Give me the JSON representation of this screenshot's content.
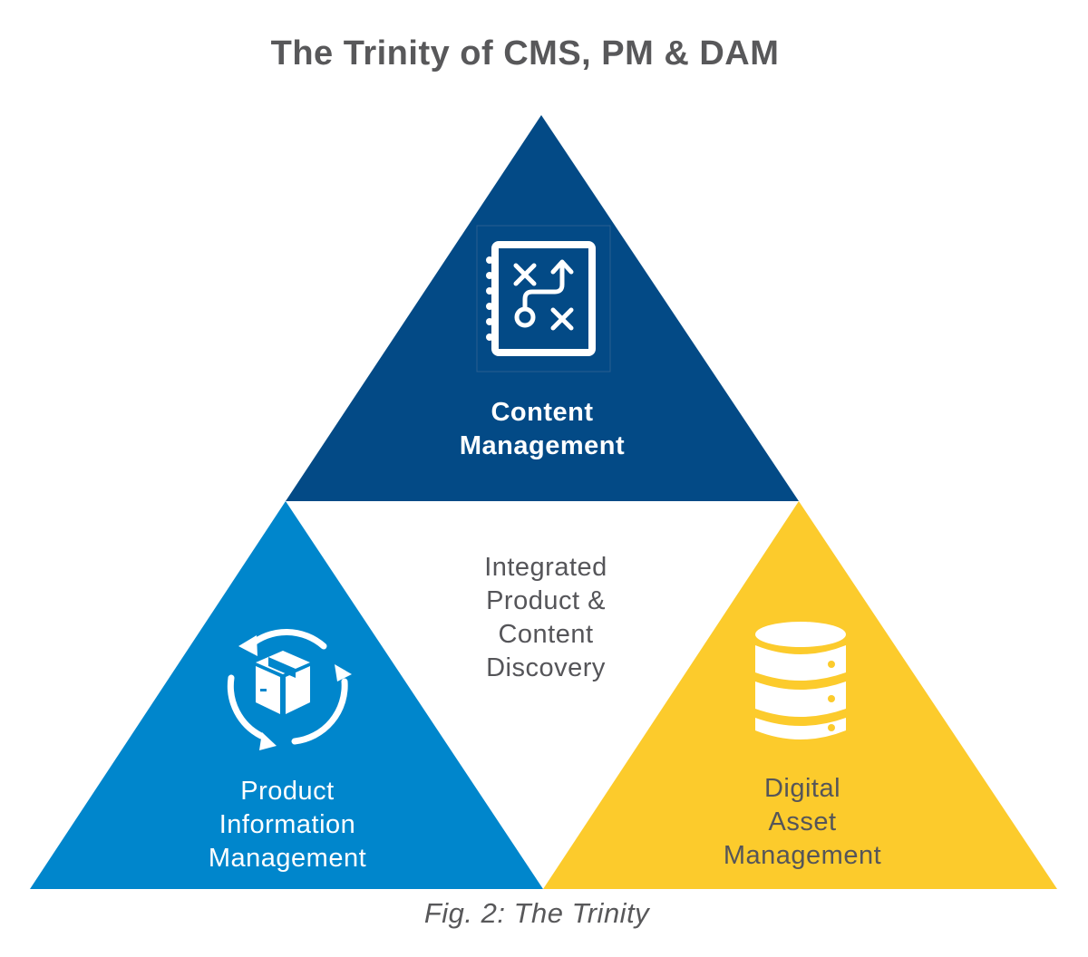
{
  "title": "The Trinity of CMS, PM & DAM",
  "colors": {
    "content_management": "#034a86",
    "product_information_management": "#0086cc",
    "digital_asset_management": "#fccb2c",
    "center": "#ffffff",
    "title_text": "#58585a"
  },
  "triangles": {
    "top": {
      "icon": "strategy-playbook-icon",
      "label_lines": [
        "Content",
        "Management"
      ]
    },
    "bottom_left": {
      "icon": "product-cycle-box-icon",
      "label_lines": [
        "Product",
        "Information",
        "Management"
      ]
    },
    "bottom_right": {
      "icon": "database-icon",
      "label_lines": [
        "Digital",
        "Asset",
        "Management"
      ]
    },
    "center": {
      "label_lines": [
        "Integrated",
        "Product &",
        "Content",
        "Discovery"
      ]
    }
  },
  "caption": "Fig. 2: The Trinity"
}
